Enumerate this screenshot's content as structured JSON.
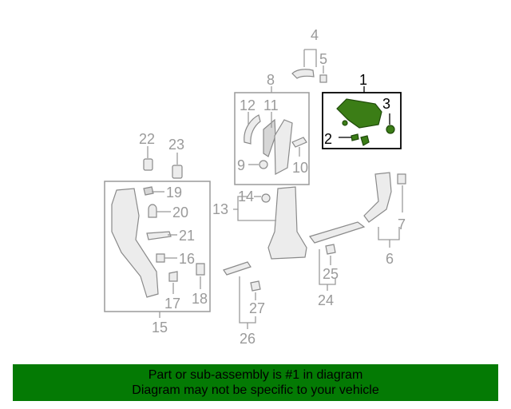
{
  "callouts": {
    "c1": "1",
    "c2": "2",
    "c3": "3",
    "c4": "4",
    "c5": "5",
    "c6": "6",
    "c7": "7",
    "c8": "8",
    "c9": "9",
    "c10": "10",
    "c11": "11",
    "c12": "12",
    "c13": "13",
    "c14": "14",
    "c15": "15",
    "c16": "16",
    "c17": "17",
    "c18": "18",
    "c19": "19",
    "c20": "20",
    "c21": "21",
    "c22": "22",
    "c23": "23",
    "c24": "24",
    "c25": "25",
    "c26": "26",
    "c27": "27"
  },
  "banner": {
    "line1": "Part or sub-assembly is #1 in diagram",
    "line2": "Diagram may not be specific to your vehicle"
  },
  "colors": {
    "highlight_part": "#3b7d16",
    "banner_bg": "#047a04",
    "callout_gray": "#9a9a9a"
  }
}
